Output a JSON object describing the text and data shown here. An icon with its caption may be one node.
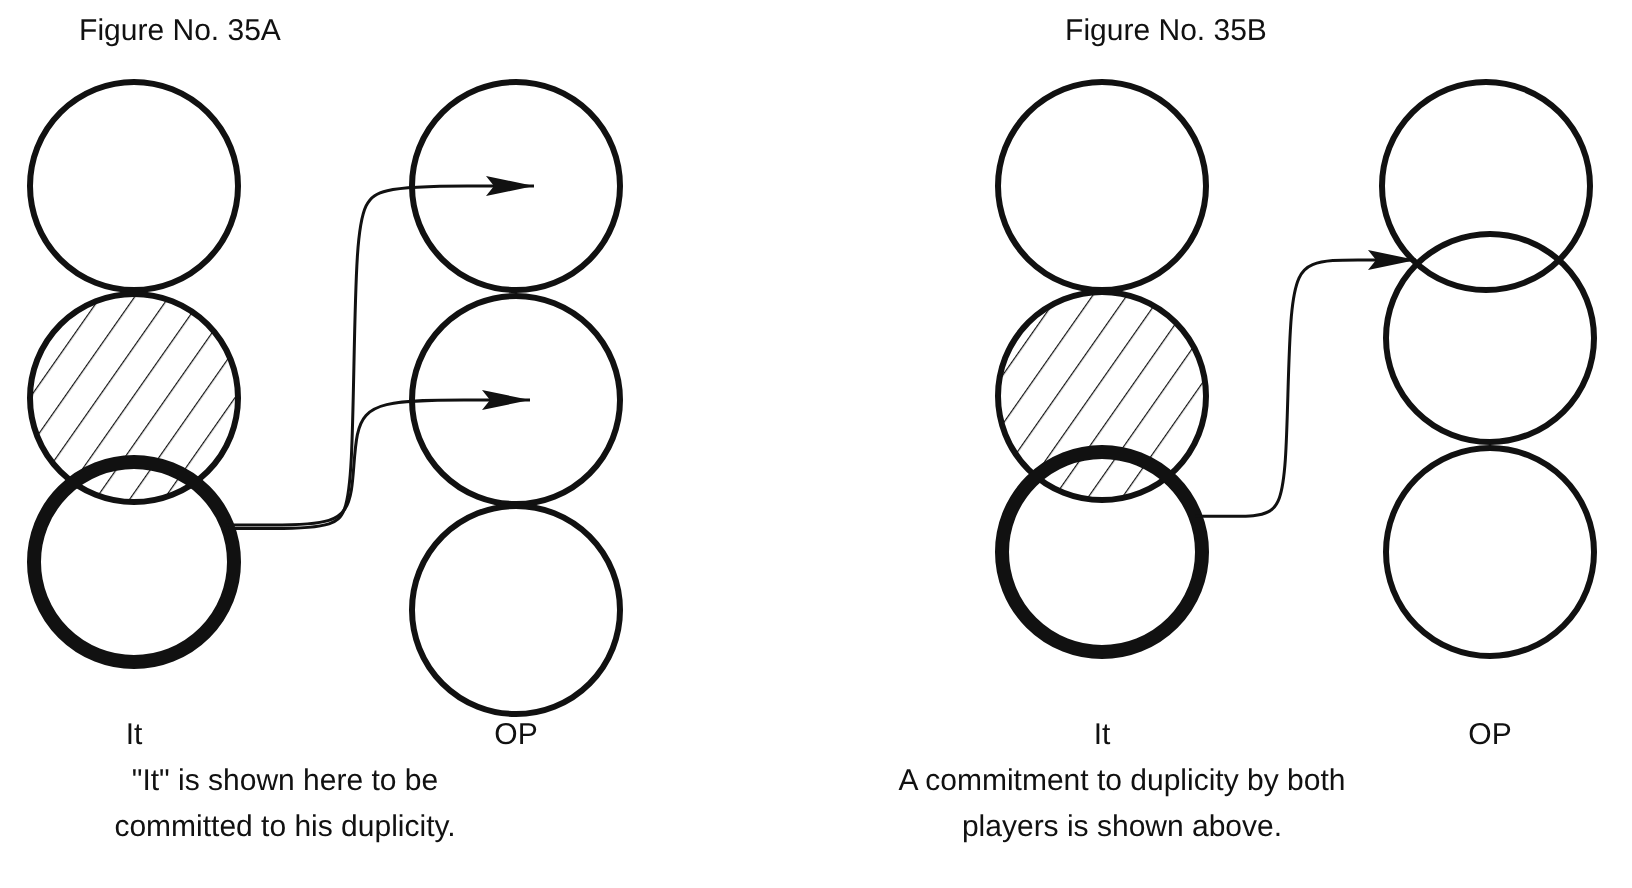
{
  "diagram": {
    "nodes": [
      {
        "text": [],
        "shape": "circle"
      },
      {
        "text": [],
        "shape": "circle"
      },
      {
        "text": [],
        "shape": "circle"
      },
      {
        "text": [],
        "shape": "circle"
      },
      {
        "text": [],
        "shape": "circle"
      },
      {
        "text": [],
        "shape": "circle"
      },
      {
        "text": [],
        "shape": "circle"
      },
      {
        "text": [],
        "shape": "circle"
      },
      {
        "text": [],
        "shape": "circle"
      },
      {
        "text": [],
        "shape": "circle"
      },
      {
        "text": [],
        "shape": "circle"
      },
      {
        "text": [],
        "shape": "circle"
      }
    ],
    "edges": [
      {
        "from": 2,
        "to": 3,
        "arrow": "to"
      },
      {
        "from": 2,
        "to": 4,
        "arrow": "to"
      },
      {
        "from": 8,
        "to": 9,
        "arrow": "to"
      }
    ],
    "labels": [
      "Figure No. 35A",
      "Figure No. 35B",
      "It",
      "OP",
      "It",
      "OP",
      "\"It\" is shown here to be committed to his duplicity.",
      "A commitment to duplicity by both players is shown above."
    ]
  }
}
